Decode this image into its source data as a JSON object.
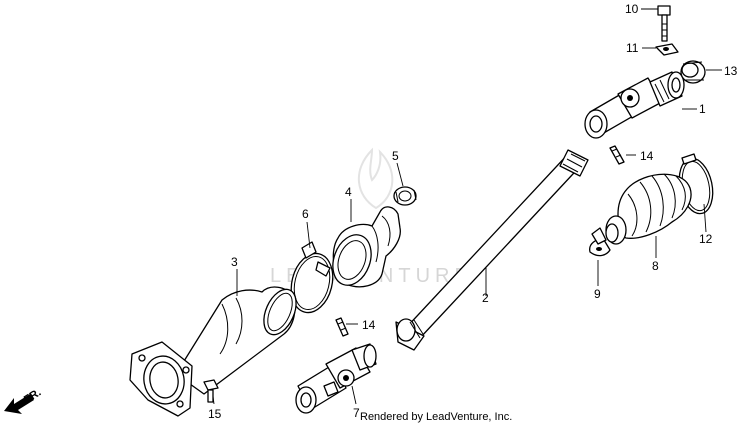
{
  "diagram": {
    "callouts": [
      {
        "id": "callout-1",
        "text": "1"
      },
      {
        "id": "callout-2",
        "text": "2"
      },
      {
        "id": "callout-3",
        "text": "3"
      },
      {
        "id": "callout-4",
        "text": "4"
      },
      {
        "id": "callout-5",
        "text": "5"
      },
      {
        "id": "callout-6",
        "text": "6"
      },
      {
        "id": "callout-7",
        "text": "7"
      },
      {
        "id": "callout-8",
        "text": "8"
      },
      {
        "id": "callout-9",
        "text": "9"
      },
      {
        "id": "callout-10",
        "text": "10"
      },
      {
        "id": "callout-11",
        "text": "11"
      },
      {
        "id": "callout-12",
        "text": "12"
      },
      {
        "id": "callout-13",
        "text": "13"
      },
      {
        "id": "callout-14a",
        "text": "14"
      },
      {
        "id": "callout-14b",
        "text": "14"
      },
      {
        "id": "callout-15",
        "text": "15"
      }
    ],
    "direction_indicator": "FR.",
    "watermark": "LEADVENTURE",
    "credit": "Rendered by LeadVenture, Inc."
  }
}
